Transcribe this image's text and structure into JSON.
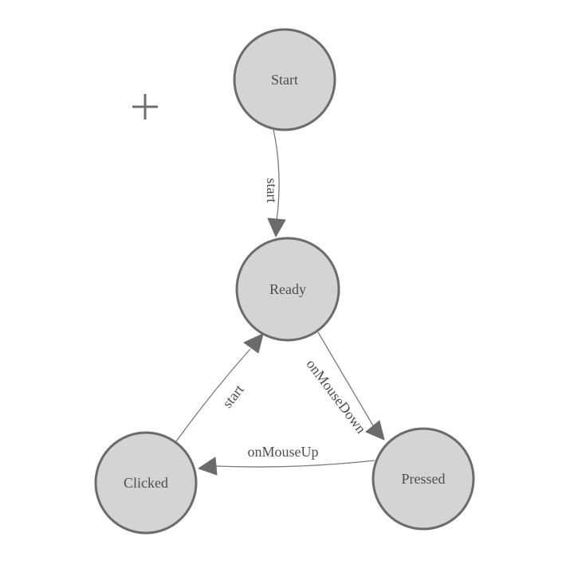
{
  "diagram": {
    "states": [
      {
        "id": "start",
        "label": "Start"
      },
      {
        "id": "ready",
        "label": "Ready"
      },
      {
        "id": "clicked",
        "label": "Clicked"
      },
      {
        "id": "pressed",
        "label": "Pressed"
      }
    ],
    "transitions": [
      {
        "from": "Start",
        "to": "Ready",
        "label": "start"
      },
      {
        "from": "Clicked",
        "to": "Ready",
        "label": "start"
      },
      {
        "from": "Ready",
        "to": "Pressed",
        "label": "onMouseDown"
      },
      {
        "from": "Pressed",
        "to": "Clicked",
        "label": "onMouseUp"
      }
    ],
    "icons": {
      "origin_marker": "plus-icon"
    },
    "colors": {
      "background": "#ffffff",
      "node_fill": "#d4d4d4",
      "node_stroke": "#6b6b6b",
      "label_text": "#4d4d4d",
      "edge_stroke": "#7a7a7a",
      "arrowhead_fill": "#6b6b6b",
      "marker_stroke": "#6e6e6e"
    }
  }
}
